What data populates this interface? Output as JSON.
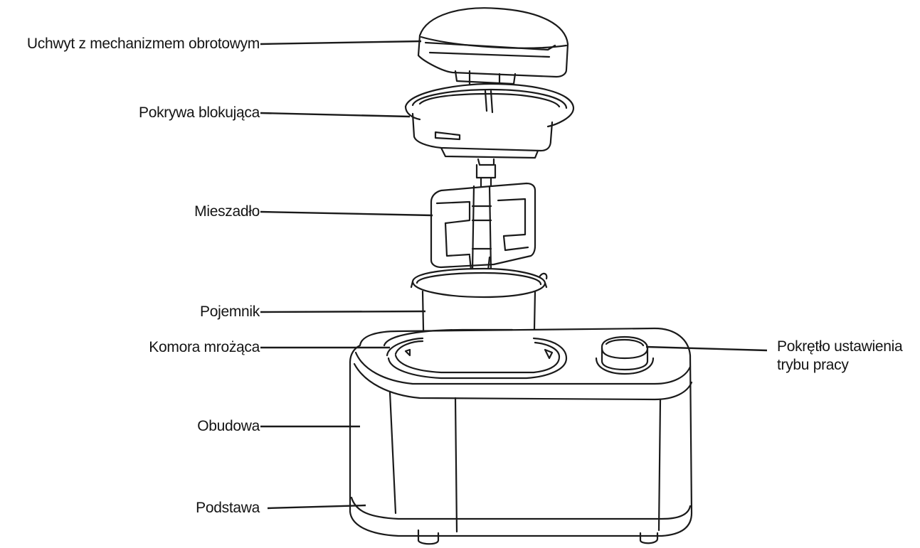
{
  "labels": {
    "handle": "Uchwyt z mechanizmem obrotowym",
    "lid": "Pokrywa blokująca",
    "paddle": "Mieszadło",
    "container": "Pojemnik",
    "freezing_chamber": "Komora mrożąca",
    "housing": "Obudowa",
    "base": "Podstawa",
    "mode_knob_line1": "Pokrętło ustawienia",
    "mode_knob_line2": "trybu pracy"
  }
}
